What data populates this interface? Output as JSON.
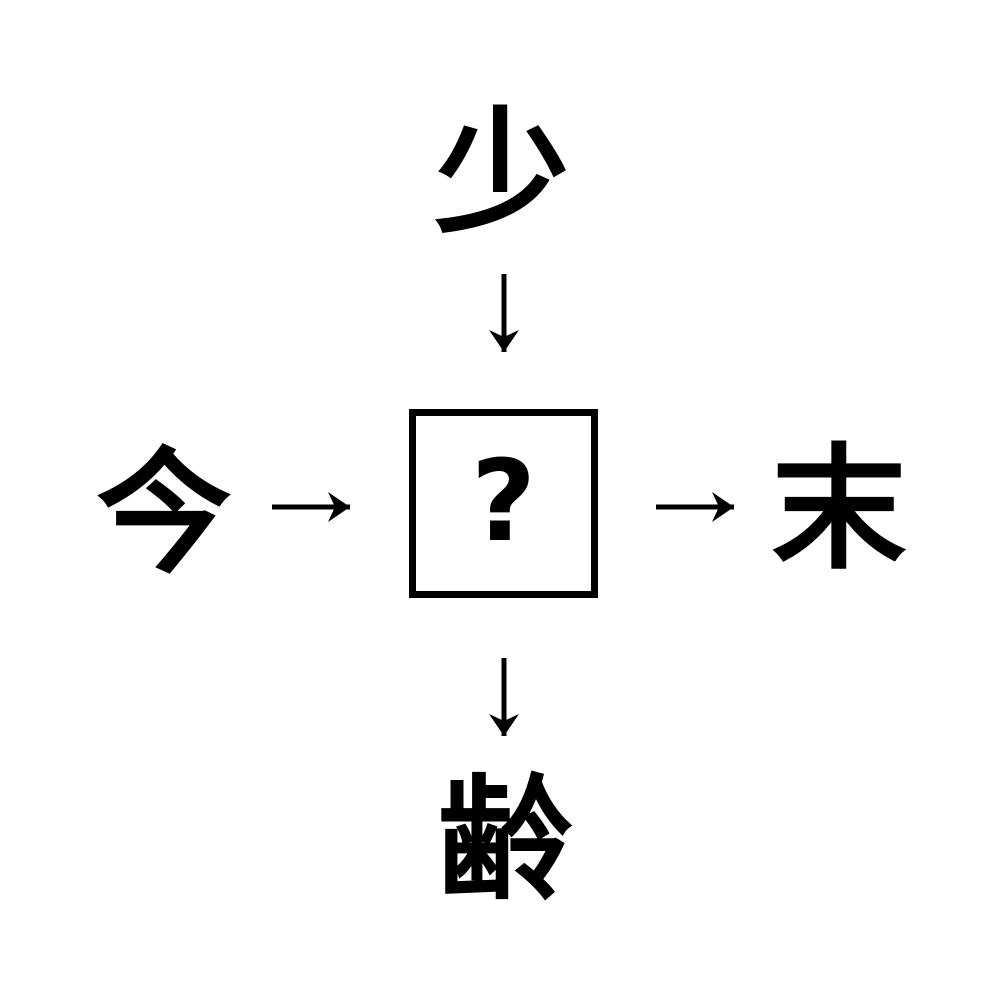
{
  "puzzle": {
    "center_placeholder": "?",
    "top_kanji": "少",
    "left_kanji": "今",
    "right_kanji": "末",
    "bottom_kanji": "齢",
    "arrows": [
      {
        "from": "top-kanji",
        "to": "center-box",
        "direction": "down"
      },
      {
        "from": "left-kanji",
        "to": "center-box",
        "direction": "right"
      },
      {
        "from": "center-box",
        "to": "right-kanji",
        "direction": "right"
      },
      {
        "from": "center-box",
        "to": "bottom-kanji",
        "direction": "down"
      }
    ]
  },
  "colors": {
    "ink": "#000000",
    "background": "#ffffff"
  }
}
